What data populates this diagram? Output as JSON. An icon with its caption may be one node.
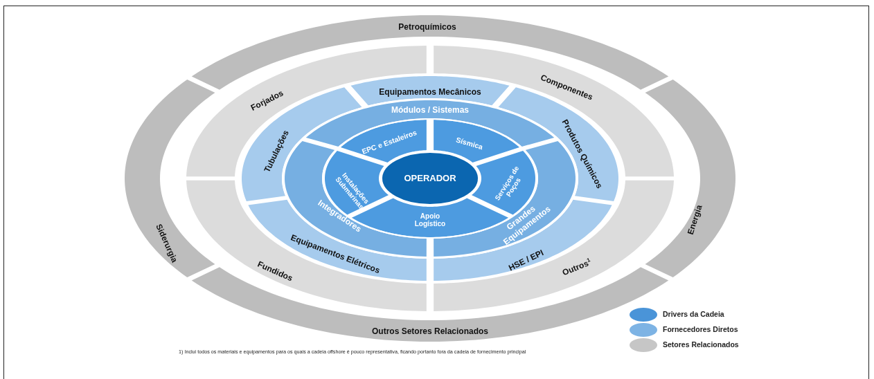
{
  "diagram": {
    "nodes": [
      {
        "text": [
          "Petroquímicos"
        ]
      },
      {
        "text": [
          "Energia"
        ]
      },
      {
        "text": [
          "Outros Setores Relacionados"
        ]
      },
      {
        "text": [
          "Siderurgia"
        ]
      },
      {
        "text": [
          "Forjados"
        ]
      },
      {
        "text": [
          "Componentes"
        ]
      },
      {
        "text": [
          "Outros$^{1}$"
        ]
      },
      {
        "text": [
          "Fundidos"
        ]
      },
      {
        "text": [
          "Equipamentos Mecânicos"
        ]
      },
      {
        "text": [
          "Produtos Químicos"
        ]
      },
      {
        "text": [
          "HSE / EPI"
        ]
      },
      {
        "text": [
          "Equipamentos Elétricos"
        ]
      },
      {
        "text": [
          "Tubulações"
        ]
      },
      {
        "text": [
          "Módulos / Sistemas"
        ]
      },
      {
        "text": [
          "Grandes Equipamentos"
        ]
      },
      {
        "text": [
          "Integradores"
        ]
      },
      {
        "text": [
          "EPC e Estaleiros"
        ]
      },
      {
        "text": [
          "Sísmica"
        ]
      },
      {
        "text": [
          "Serviços de Poços"
        ]
      },
      {
        "text": [
          "Apoio Logístico"
        ]
      },
      {
        "text": [
          "Instalações Submarinas"
        ]
      },
      {
        "text": [
          "OPERADOR"
        ]
      }
    ],
    "labels": [
      "1) Inclui todos os materiais e equipamentos para os quais a cadeia offshore é pouco representativa, ficando portanto fora da cadeia de fornecimento principal"
    ],
    "legend": [
      {
        "text": "Drivers da Cadeia",
        "color": "#4a94d8"
      },
      {
        "text": "Fornecedores Diretos",
        "color": "#7db3e4"
      },
      {
        "text": "Setores Relacionados",
        "color": "#c6c6c6"
      }
    ]
  }
}
